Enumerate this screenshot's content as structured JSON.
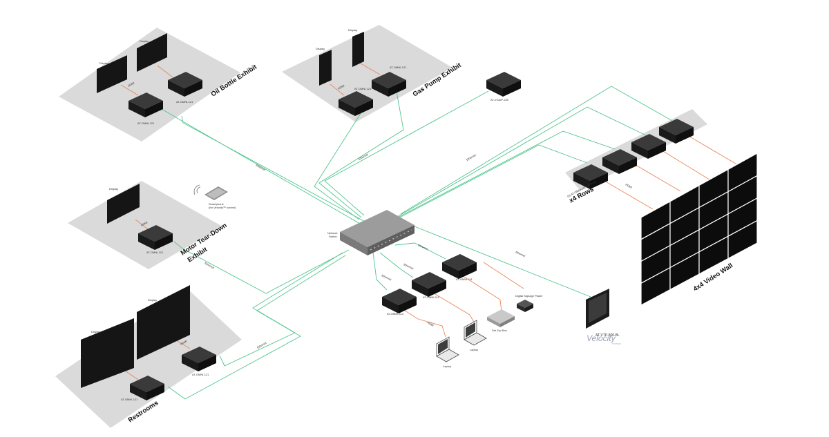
{
  "zones": {
    "oil_bottle": {
      "title": "Oil Bottle Exhibit",
      "display_a": "Display",
      "display_b": "Display",
      "device_a": "AT-OMNI-121",
      "device_b": "AT-OMNI-121",
      "hdmi": "HDMI"
    },
    "gas_pump": {
      "title": "Gas Pump Exhibit",
      "display_a": "Display",
      "display_b": "Display",
      "device_a": "AT-OMNI-121",
      "device_b": "AT-OMNI-121",
      "hdmi": "HDMI"
    },
    "motor": {
      "title_line1": "Motor Tear-Down",
      "title_line2": "Exhibit",
      "display": "Display",
      "device": "AT-OMNI-121",
      "hdmi": "HDMI"
    },
    "restrooms": {
      "title": "Restrooms",
      "display_a": "Display",
      "display_b": "Display",
      "device_a": "AT-OMNI-121",
      "device_b": "AT-OMNI-121",
      "hdmi": "HDMI"
    }
  },
  "standalone": {
    "vgaip": "AT-VGAIP-200",
    "smartphone_line1": "Smartphone",
    "smartphone_line2": "(for Velocity™ control)",
    "switch_line1": "Network",
    "switch_line2": "Switch"
  },
  "rack": {
    "title": "x4 Rows",
    "subtitle": "(4) AT-OMNI-111 Per Row",
    "hdmi": "HDMI"
  },
  "video_wall": {
    "title": "4x4 Video Wall",
    "rows": 4,
    "cols": 4
  },
  "cluster": {
    "dev1": "AT-OMNI-112",
    "dev2": "AT-OMNI-111",
    "dev3": "AT-OMNI-111",
    "signage": "Digital Signage Player",
    "settop": "Set-Top Box",
    "laptop_a": "Laptop",
    "laptop_b": "Laptop",
    "hdmi": "HDMI"
  },
  "touch_panel": {
    "model": "AT-VTP-800-BL",
    "brand": "Velocity",
    "brand_sub": "SYSTEM"
  },
  "cable_labels": {
    "ethernet": "Ethernet"
  }
}
